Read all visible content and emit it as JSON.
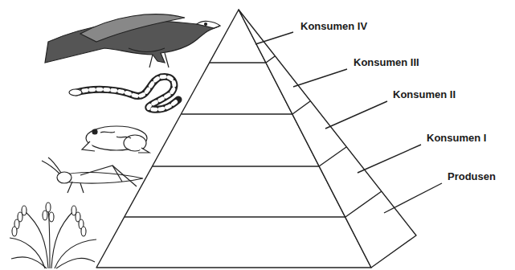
{
  "diagram": {
    "labels": [
      "Konsumen IV",
      "Konsumen III",
      "Konsumen II",
      "Konsumen I",
      "Produsen"
    ]
  }
}
